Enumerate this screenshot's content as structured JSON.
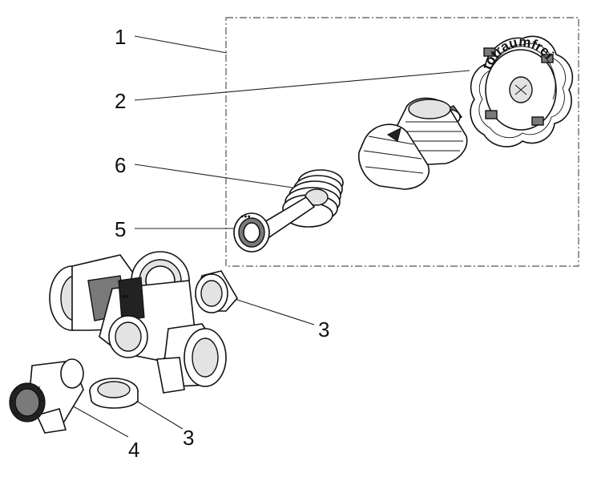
{
  "callouts": {
    "label_1": "1",
    "label_2": "2",
    "label_3a": "3",
    "label_3b": "3",
    "label_4": "4",
    "label_5": "5",
    "label_6": "6"
  },
  "handwheel": {
    "brand_text": "totraumfrei"
  }
}
